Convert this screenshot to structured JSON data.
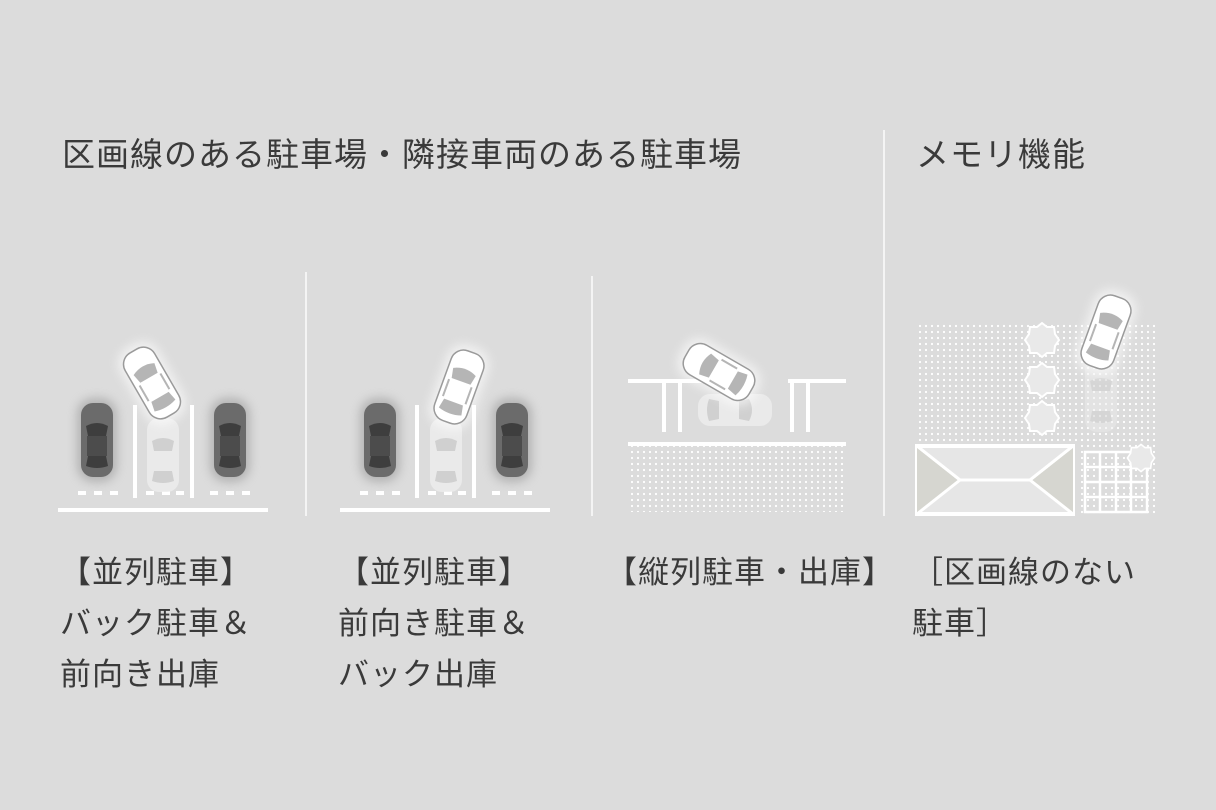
{
  "headings": {
    "left": "区画線のある駐車場・隣接車両のある駐車場",
    "right": "メモリ機能"
  },
  "captions": [
    {
      "lines": [
        "【並列駐車】",
        "バック駐車＆",
        "前向き出庫"
      ]
    },
    {
      "lines": [
        "【並列駐車】",
        "前向き駐車＆",
        "バック出庫"
      ]
    },
    {
      "lines": [
        "【縦列駐車・出庫】"
      ]
    },
    {
      "lines": [
        "［区画線のない",
        "駐車］"
      ]
    }
  ],
  "colors": {
    "background": "#dcdcdc",
    "lines": "#ffffff",
    "text": "#3a3a3a",
    "dark_car": "#6b6b6b",
    "ghost_car": "#e8e8e8"
  },
  "icons": [
    "white-car-icon",
    "dark-car-icon",
    "ghost-car-icon",
    "obstacle-cloud-icon",
    "house-icon",
    "grid-building-icon"
  ]
}
